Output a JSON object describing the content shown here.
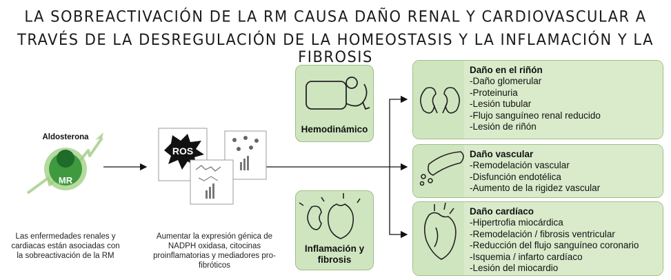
{
  "title": {
    "line1": "LA SOBREACTIVACIÓN DE LA RM CAUSA DAÑO RENAL Y CARDIOVASCULAR A",
    "line2": "TRAVÉS DE LA DESREGULACIÓN DE LA HOMEOSTASIS Y LA INFLAMACIÓN Y LA FIBROSIS"
  },
  "receptor": {
    "ligand": "Aldosterona",
    "receptor": "MR"
  },
  "ros_label": "ROS",
  "captions": {
    "left": "Las enfermedades renales y cardiacas están asociadas con la sobreactivación de la RM",
    "middle": "Aumentar la expresión génica de NADPH oxidasa, citocinas proinflamatorias y mediadores pro-fibróticos"
  },
  "mechanisms": {
    "hemodynamic": "Hemodinámico",
    "inflammation": "Inflamación y fibrosis"
  },
  "outcomes": [
    {
      "heading": "Daño en el riñón",
      "items": [
        "-Daño glomerular",
        "-Proteinuria",
        "-Lesión tubular",
        "-Flujo sanguíneo renal reducido",
        "-Lesión de riñón"
      ]
    },
    {
      "heading": "Daño vascular",
      "items": [
        "-Remodelación vascular",
        "-Disfunción endotélica",
        "-Aumento de la rigidez vascular"
      ]
    },
    {
      "heading": "Daño cardíaco",
      "items": [
        "-Hipertrofia miocárdica",
        "-Remodelación / fibrosis ventricular",
        "-Reducción del flujo sanguíneo coronario",
        "-Isquemia / infarto cardíaco",
        "-Lesión del miocardio"
      ]
    }
  ],
  "colors": {
    "panel": "#cfe5bf",
    "panel_border": "#9cbf86",
    "receptor": "#3f9a3f",
    "ligand": "#1e6b2a"
  }
}
